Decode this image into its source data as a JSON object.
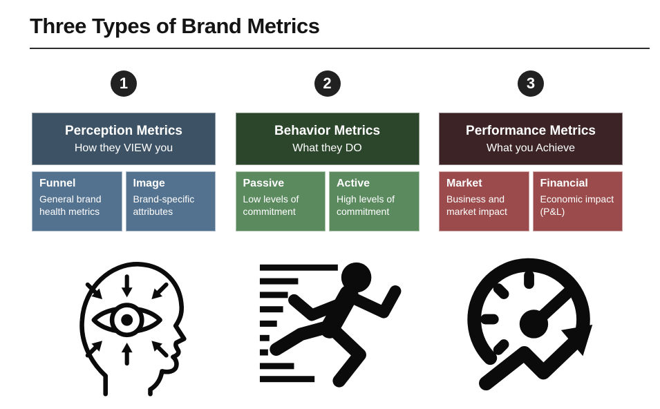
{
  "title": "Three Types of Brand Metrics",
  "columns": [
    {
      "number": "1",
      "header": {
        "title": "Perception Metrics",
        "subtitle": "How they VIEW you"
      },
      "boxes": [
        {
          "title": "Funnel",
          "body": "General brand health metrics"
        },
        {
          "title": "Image",
          "body": "Brand-specific attributes"
        }
      ],
      "icon": "perception-head-eye-icon",
      "colors": {
        "header_bg": "#3d5365",
        "box_bg": "#53728f"
      }
    },
    {
      "number": "2",
      "header": {
        "title": "Behavior Metrics",
        "subtitle": "What they DO"
      },
      "boxes": [
        {
          "title": "Passive",
          "body": "Low levels of commitment"
        },
        {
          "title": "Active",
          "body": "High levels of commitment"
        }
      ],
      "icon": "running-person-icon",
      "colors": {
        "header_bg": "#2b462b",
        "box_bg": "#5b8a5f"
      }
    },
    {
      "number": "3",
      "header": {
        "title": "Performance Metrics",
        "subtitle": "What you Achieve"
      },
      "boxes": [
        {
          "title": "Market",
          "body": "Business and market impact"
        },
        {
          "title": "Financial",
          "body": "Economic impact (P&L)"
        }
      ],
      "icon": "speedometer-growth-icon",
      "colors": {
        "header_bg": "#3b2326",
        "box_bg": "#9b4b4b"
      }
    }
  ]
}
